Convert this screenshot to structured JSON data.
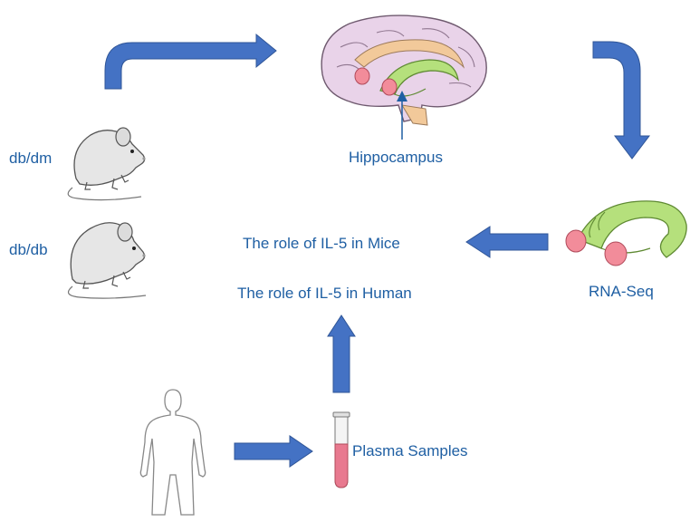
{
  "labels": {
    "control_mouse": "db/dm",
    "diabetic_mouse": "db/db",
    "hippocampus": "Hippocampus",
    "rnaseq": "RNA-Seq",
    "role_mice": "The role of IL-5 in Mice",
    "role_human": "The role of IL-5 in Human",
    "plasma": "Plasma Samples"
  },
  "colors": {
    "text": "#1f5fa3",
    "arrow_fill": "#4472c4",
    "arrow_stroke": "#2f5597",
    "brain": "#e9d3e9",
    "brain_outline": "#6f5a6f",
    "hippocampus": "#b5e07c",
    "amygdala": "#f28c9a",
    "corpus_callosum": "#f2c99a",
    "plasma": "#e8798f"
  },
  "icons": [
    "mouse-icon",
    "brain-icon",
    "hippocampus-icon",
    "human-body-icon",
    "test-tube-icon"
  ]
}
